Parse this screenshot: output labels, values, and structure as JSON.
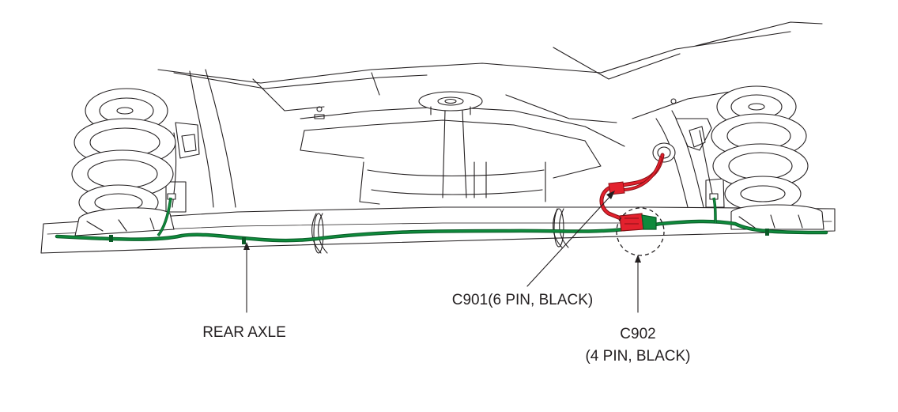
{
  "labels": {
    "rear_axle": "REAR AXLE",
    "c901": "C901(6 PIN, BLACK)",
    "c902_line1": "C902",
    "c902_line2": "(4 PIN, BLACK)"
  },
  "colors": {
    "harness_green": "#0f8a3c",
    "harness_dark": "#0a5a27",
    "connector_red": "#e3212d",
    "connector_dark_red": "#8a1016",
    "line": "#231f20"
  }
}
